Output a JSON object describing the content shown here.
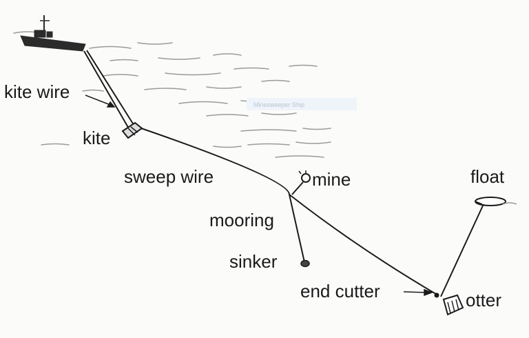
{
  "labels": {
    "kite_wire": "kite wire",
    "kite": "kite",
    "sweep_wire": "sweep wire",
    "mine": "mine",
    "mooring": "mooring",
    "sinker": "sinker",
    "float": "float",
    "end_cutter": "end cutter",
    "otter": "otter"
  },
  "watermark": "Minesweeper Ship",
  "colors": {
    "ink": "#1a1a1a",
    "paper": "#fbfbfa",
    "wave": "#9a9a9a"
  }
}
